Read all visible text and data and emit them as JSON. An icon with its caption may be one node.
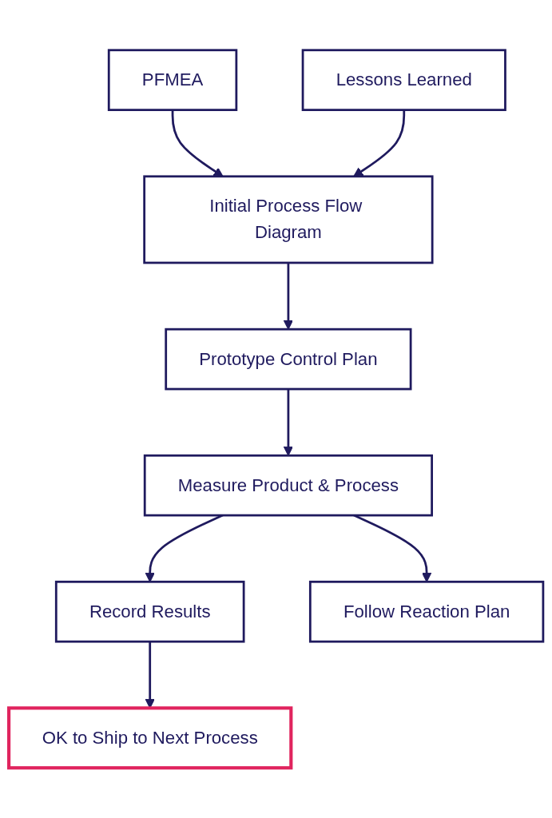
{
  "diagram": {
    "nodes": [
      {
        "text": [
          "PFMEA"
        ]
      },
      {
        "text": [
          "Lessons Learned"
        ]
      },
      {
        "text": [
          "Initial Process Flow Diagram"
        ]
      },
      {
        "text": [
          "Prototype Control Plan"
        ]
      },
      {
        "text": [
          "Measure Product & Process"
        ]
      },
      {
        "text": [
          "Record Results"
        ]
      },
      {
        "text": [
          "Follow Reaction Plan"
        ]
      },
      {
        "text": [
          "OK to Ship to Next Process"
        ]
      }
    ],
    "edges": [
      {
        "from": 0,
        "to": 2,
        "arrow": "to"
      },
      {
        "from": 1,
        "to": 2,
        "arrow": "to"
      },
      {
        "from": 2,
        "to": 3,
        "arrow": "to"
      },
      {
        "from": 3,
        "to": 4,
        "arrow": "to"
      },
      {
        "from": 4,
        "to": 5,
        "arrow": "to"
      },
      {
        "from": 4,
        "to": 6,
        "arrow": "to"
      },
      {
        "from": 5,
        "to": 7,
        "arrow": "to"
      }
    ]
  }
}
